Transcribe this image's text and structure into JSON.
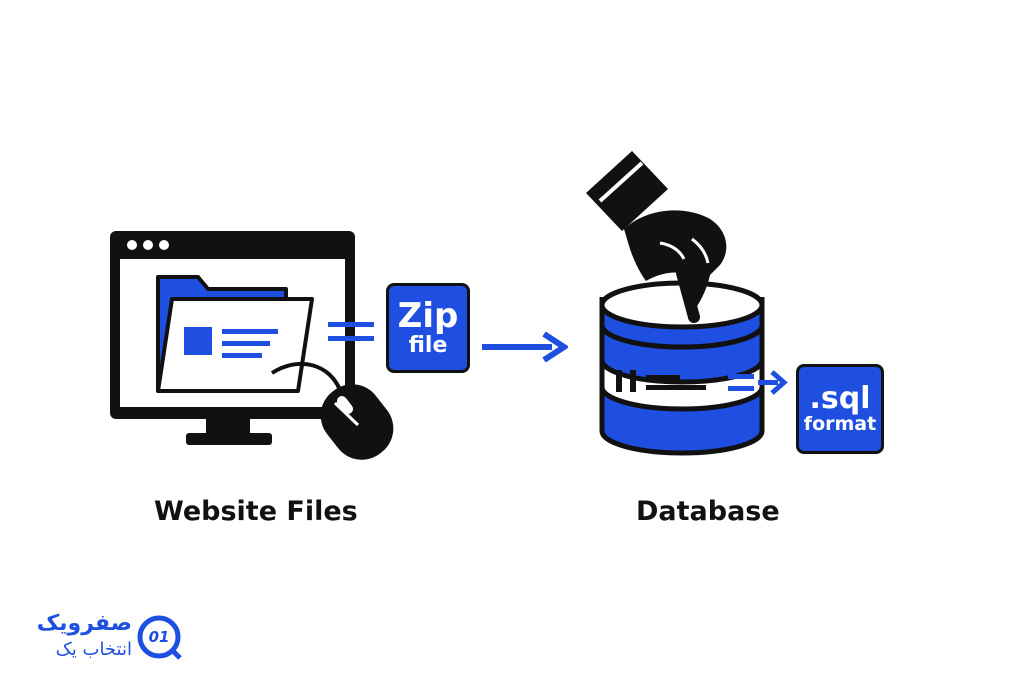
{
  "zip_tag": {
    "line1": "Zip",
    "line2": "file"
  },
  "sql_tag": {
    "line1": ".sql",
    "line2": "format"
  },
  "captions": {
    "website": "Website Files",
    "database": "Database"
  },
  "brand": {
    "line1": "صفرویک",
    "line2": "انتخاب یک",
    "mark": "01"
  },
  "colors": {
    "accent": "#1f4fe0",
    "ink": "#111111",
    "background": "#ffffff"
  },
  "icons": [
    "browser-window-icon",
    "folder-icon",
    "mouse-icon",
    "hand-icon",
    "database-icon",
    "arrow-right-icon",
    "equals-icon",
    "brand-logo-icon"
  ]
}
